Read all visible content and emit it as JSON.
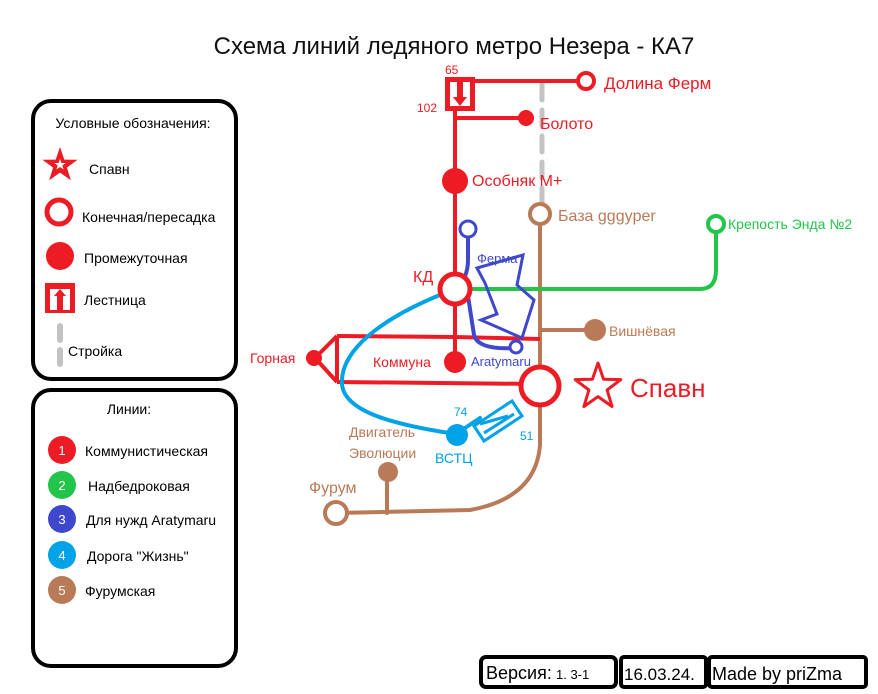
{
  "title": "Схема линий ледяного метро Незера - КА7",
  "legend": {
    "heading": "Условные обозначения:",
    "spawn": "Спавн",
    "terminal": "Конечная/пересадка",
    "intermediate": "Промежуточная",
    "stairs": "Лестница",
    "construction": "Стройка"
  },
  "lines_box": {
    "heading": "Линии:",
    "items": [
      {
        "num": "1",
        "name": "Коммунистическая",
        "color": "#ed1c24"
      },
      {
        "num": "2",
        "name": "Надбедроковая",
        "color": "#22c44a"
      },
      {
        "num": "3",
        "name": "Для нужд Aratymaru",
        "color": "#3f48cc"
      },
      {
        "num": "4",
        "name": "Дорога \"Жизнь\"",
        "color": "#00a2e8"
      },
      {
        "num": "5",
        "name": "Фурумская",
        "color": "#b97a57"
      }
    ]
  },
  "stations": {
    "dolina": "Долина Ферм",
    "boloto": "Болото",
    "osobnyak": "Особняк М+",
    "baza": "База gggyper",
    "krepost": "Крепость Энда №2",
    "kd": "КД",
    "ferma": "Ферма",
    "aratymaru": "Aratymaru",
    "vishnevaya": "Вишнёвая",
    "gornaya": "Горная",
    "kommuna": "Коммуна",
    "spawn": "Спавн",
    "dvigatel_1": "Двигатель",
    "dvigatel_2": "Эволюции",
    "vstc": "ВСТЦ",
    "furum": "Фурум"
  },
  "stairs_labels": {
    "top": "65",
    "left": "102",
    "cyan_top": "74",
    "cyan_bottom": "51"
  },
  "footer": {
    "version_label": "Версия:",
    "version_value": "1. 3-1",
    "date": "16.03.24.",
    "author": "Made by priZma"
  },
  "colors": {
    "red": "#ed1c24",
    "green": "#22c44a",
    "blue": "#3f48cc",
    "cyan": "#00a2e8",
    "brown": "#b97a57",
    "gray": "#c3c3c3"
  }
}
